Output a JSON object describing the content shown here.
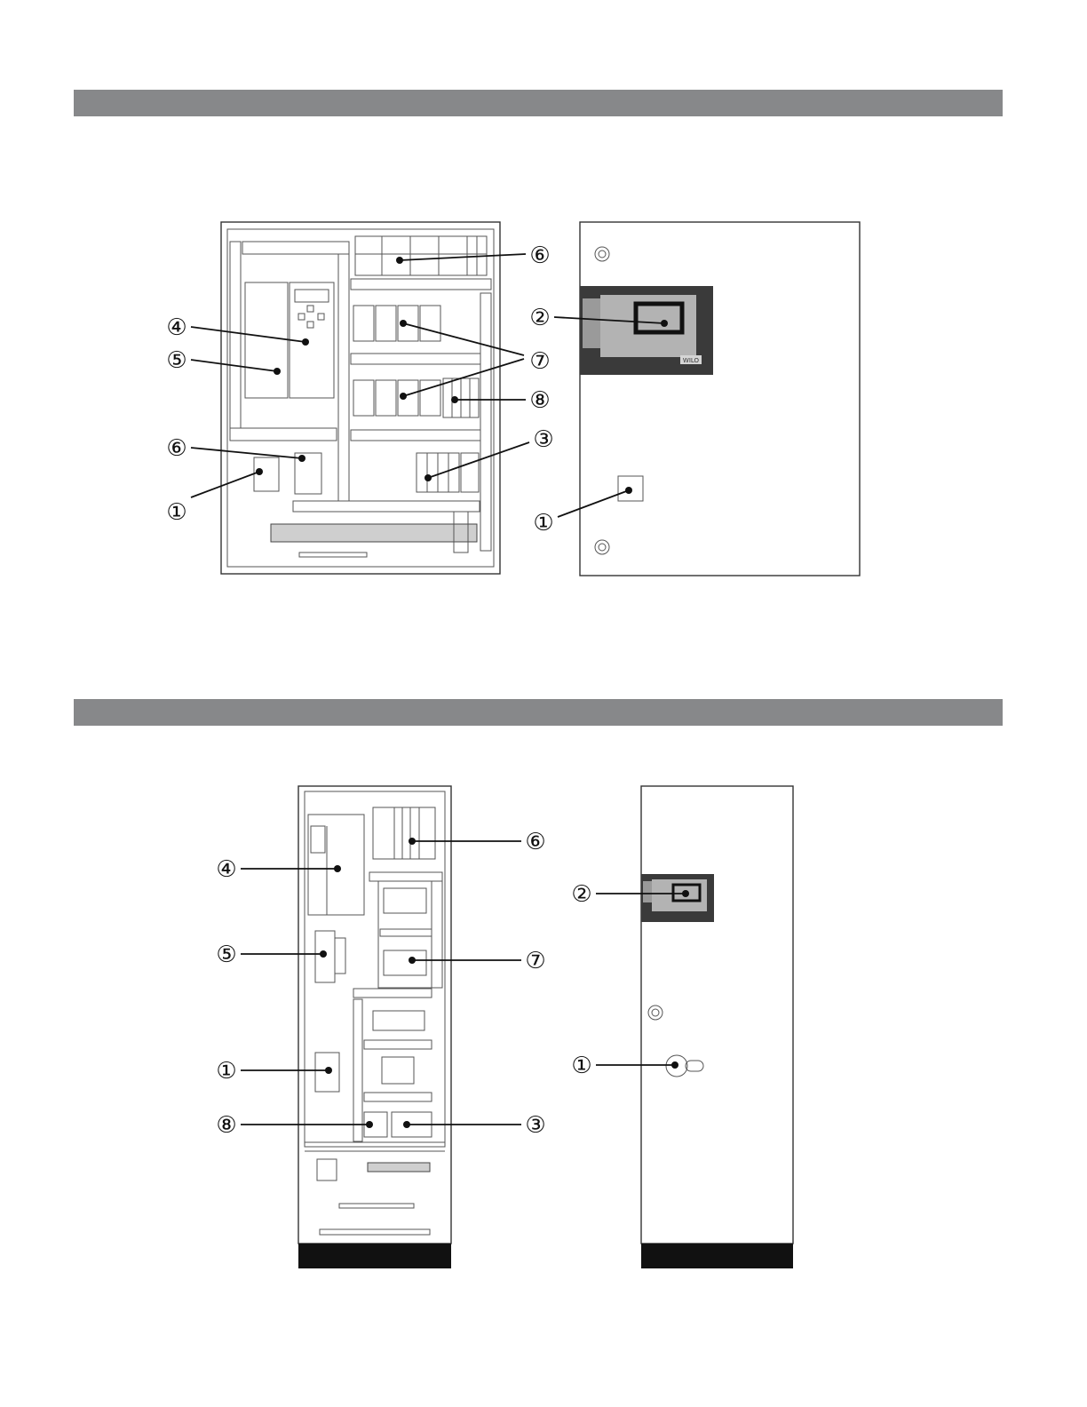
{
  "callouts": {
    "c1": "①",
    "c2": "②",
    "c3": "③",
    "c4": "④",
    "c5": "⑤",
    "c6": "⑥",
    "c7": "⑦",
    "c8": "⑧"
  },
  "panel_labels": {
    "brand": "WILO"
  },
  "colors": {
    "section_bar": "#87888a",
    "panel_dark": "#3a3a3a",
    "base": "#111111"
  }
}
